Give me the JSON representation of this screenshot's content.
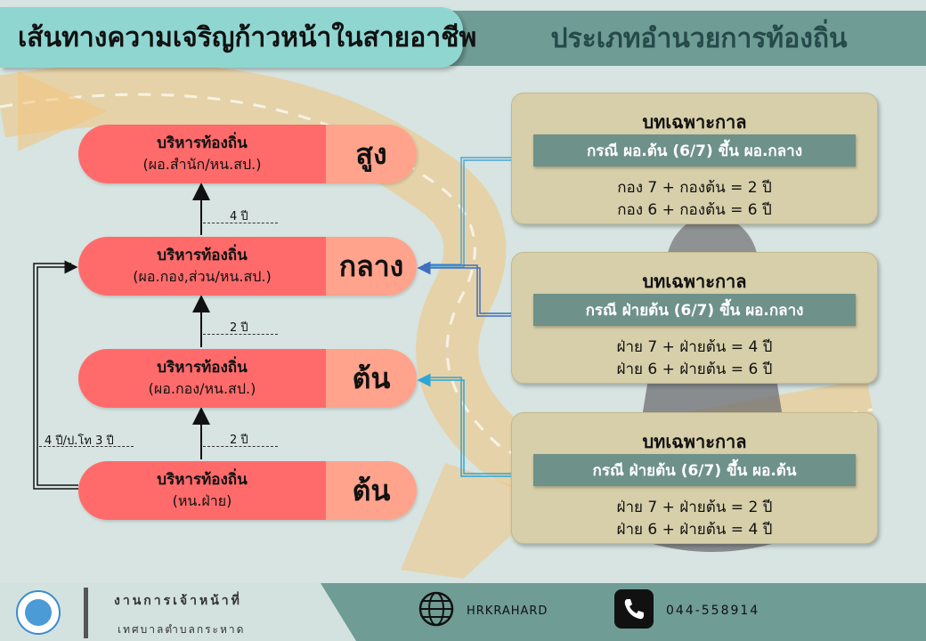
{
  "header": {
    "title": "เส้นทางความเจริญก้าวหน้าในสายอาชีพ",
    "subtitle": "ประเภทอำนวยการท้องถิ่น"
  },
  "levels": [
    {
      "title": "บริหารท้องถิ่น",
      "detail": "(ผอ.สำนัก/หน.สป.)",
      "level": "สูง"
    },
    {
      "title": "บริหารท้องถิ่น",
      "detail": "(ผอ.กอง,ส่วน/หน.สป.)",
      "level": "กลาง"
    },
    {
      "title": "บริหารท้องถิ่น",
      "detail": "(ผอ.กอง/หน.สป.)",
      "level": "ต้น"
    },
    {
      "title": "บริหารท้องถิ่น",
      "detail": "(หน.ฝ่าย)",
      "level": "ต้น"
    }
  ],
  "steps": {
    "top": "4 ปี",
    "middle": "2 ปี",
    "bottom": "2 ปี",
    "side": "4 ปี/ป.โท 3 ปี"
  },
  "special_cases": [
    {
      "title": "บทเฉพาะกาล",
      "case": "กรณี ผอ.ต้น (6/7) ขึ้น ผอ.กลาง",
      "lines": [
        "กอง 7 + กองต้น = 2 ปี",
        "กอง 6 + กองต้น = 6 ปี"
      ]
    },
    {
      "title": "บทเฉพาะกาล",
      "case": "กรณี ฝ่ายต้น (6/7) ขึ้น ผอ.กลาง",
      "lines": [
        "ฝ่าย 7 + ฝ่ายต้น = 4 ปี",
        "ฝ่าย 6 + ฝ่ายต้น = 6 ปี"
      ]
    },
    {
      "title": "บทเฉพาะกาล",
      "case": "กรณี ฝ่ายต้น (6/7) ขึ้น ผอ.ต้น",
      "lines": [
        "ฝ่าย 7 + ฝ่ายต้น = 2 ปี",
        "ฝ่าย 6 + ฝ่ายต้น = 4 ปี"
      ]
    }
  ],
  "footer": {
    "org_line1": "งานการเจ้าหน้าที่",
    "org_line2": "เทศบาลตำบลกระหาด",
    "web": "HRKRAHARD",
    "phone": "044-558914",
    "globe_icon": "globe-icon",
    "phone_icon": "phone-icon"
  },
  "colors": {
    "pill_main": "#ff6b6b",
    "pill_level": "#ffa38c",
    "card": "#d6cfa9",
    "card_bar": "#6e9189",
    "header_left": "#8fd6d1",
    "header_right": "#6f9c95"
  }
}
